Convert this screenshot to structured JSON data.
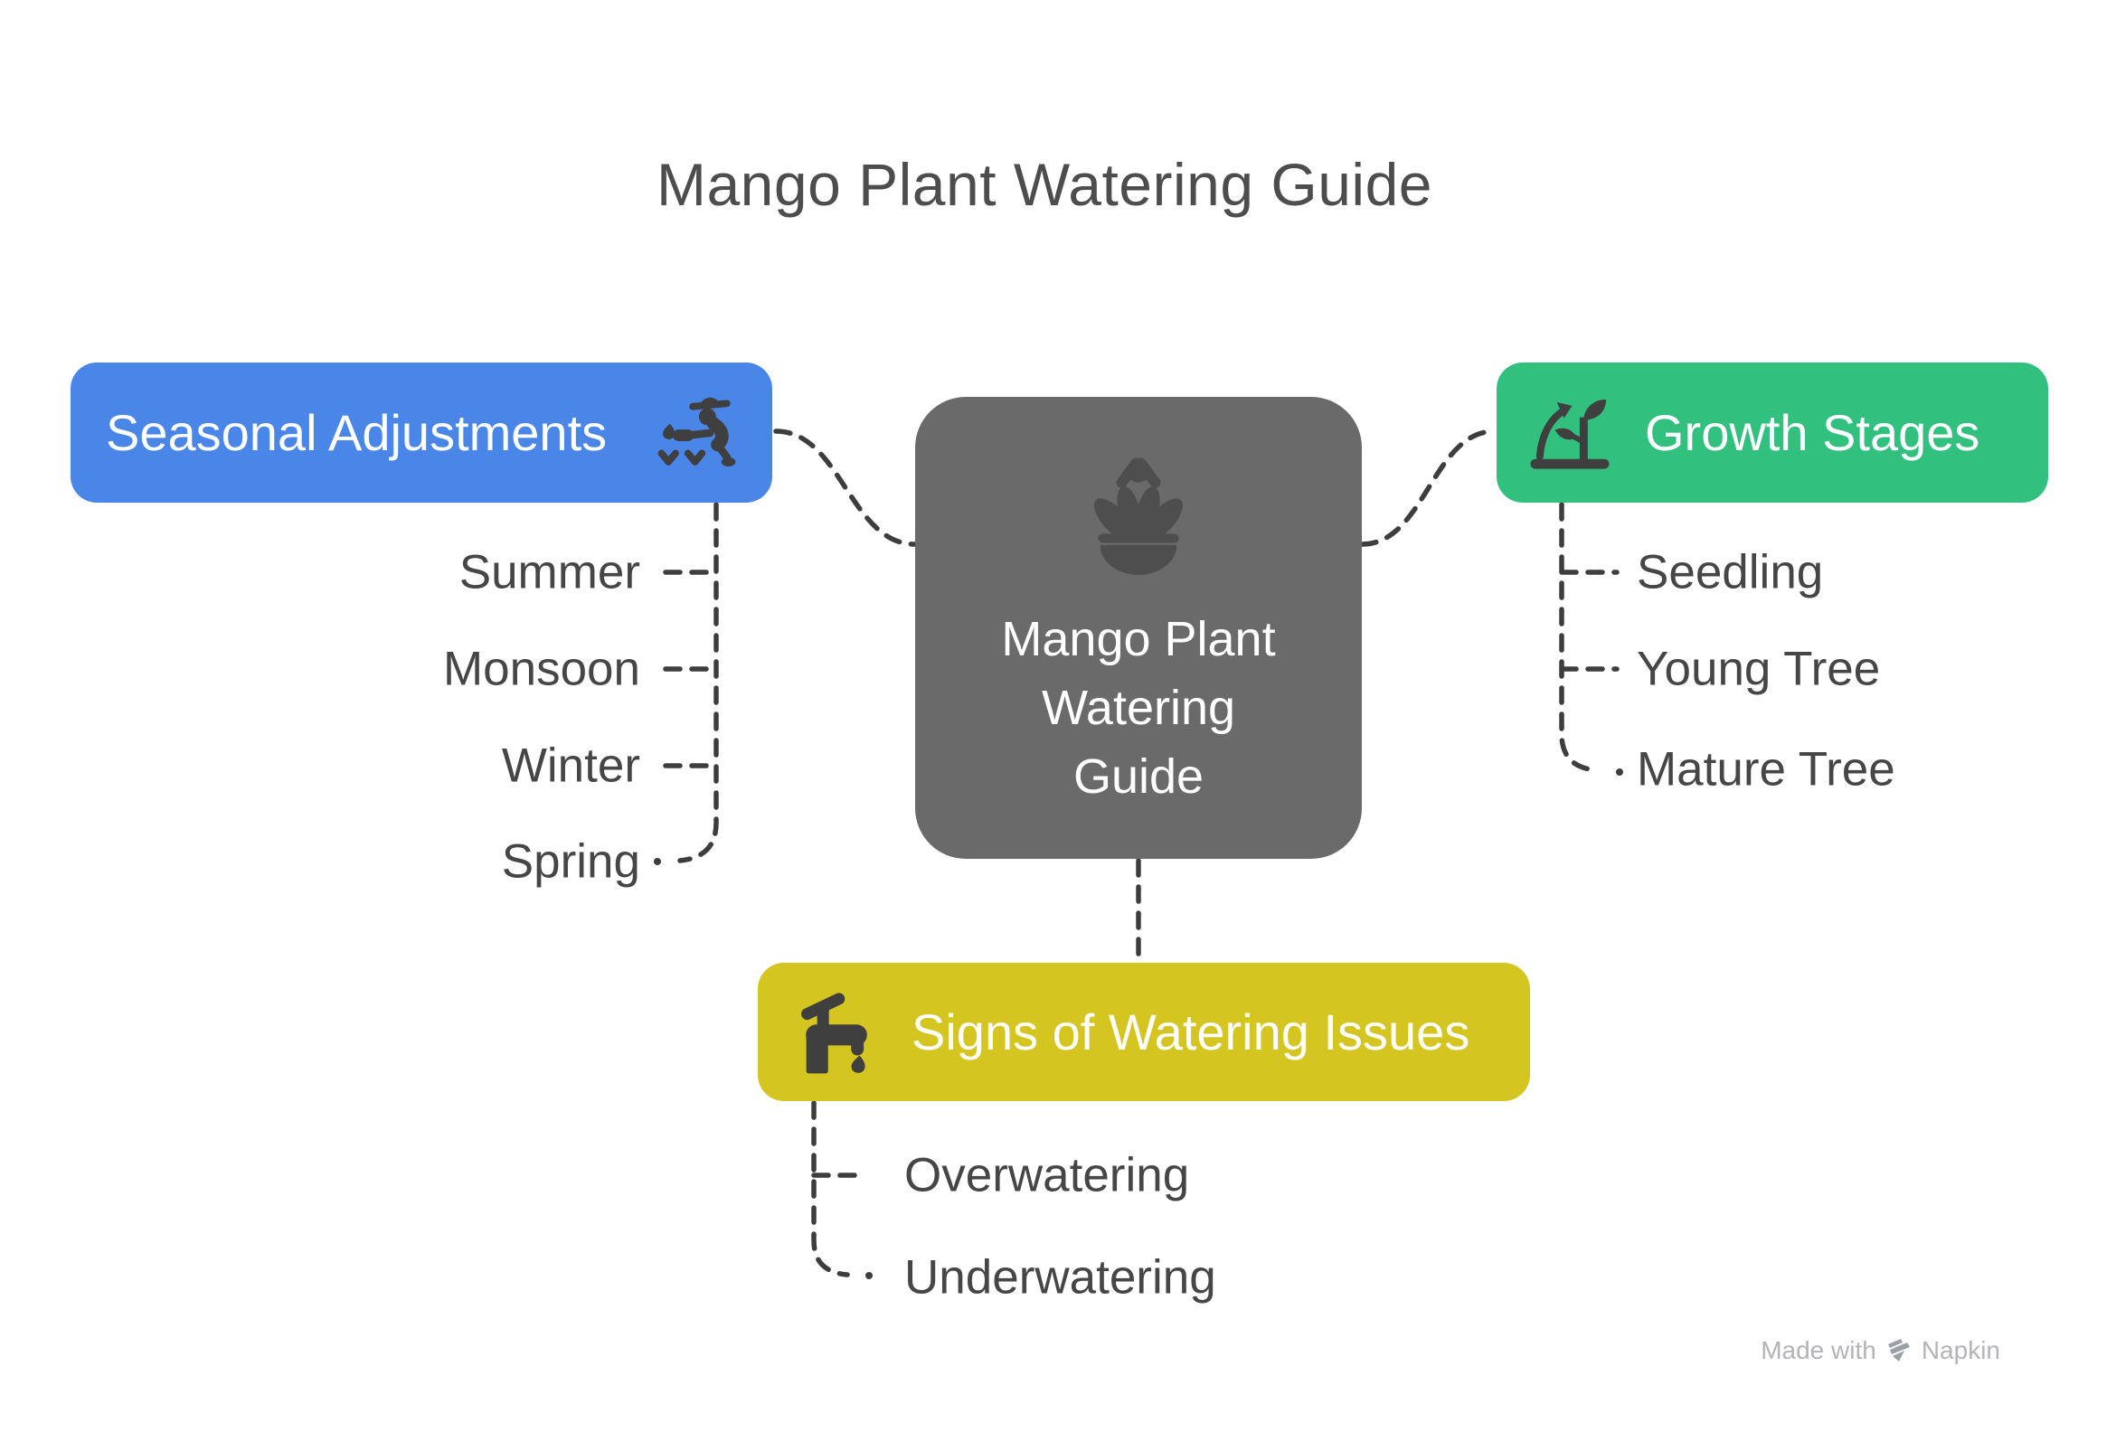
{
  "title": "Mango Plant Watering Guide",
  "colors": {
    "seasonal": "#4a86e8",
    "growth": "#31c07d",
    "signs": "#d5c520",
    "center_node": "#6a6a6a",
    "center_icon": "#4e4e4e",
    "icon_dark": "#3f3f3f",
    "connector": "#3d3d3d",
    "title_text": "#4d4d4d",
    "label_text": "#464646",
    "box_text": "#ffffff",
    "watermark": "#b3b3ba"
  },
  "center": {
    "lines": [
      "Mango Plant",
      "Watering",
      "Guide"
    ],
    "icon": "mango-plant-bowl-icon"
  },
  "branches": {
    "seasonal": {
      "label": "Seasonal Adjustments",
      "icon": "gardener-watering-icon",
      "items": [
        "Summer",
        "Monsoon",
        "Winter",
        "Spring"
      ]
    },
    "growth": {
      "label": "Growth Stages",
      "icon": "sapling-growth-icon",
      "items": [
        "Seedling",
        "Young Tree",
        "Mature Tree"
      ]
    },
    "signs": {
      "label": "Signs of Watering Issues",
      "icon": "faucet-drop-icon",
      "items": [
        "Overwatering",
        "Underwatering"
      ]
    }
  },
  "watermark": {
    "prefix": "Made with",
    "brand": "Napkin"
  }
}
